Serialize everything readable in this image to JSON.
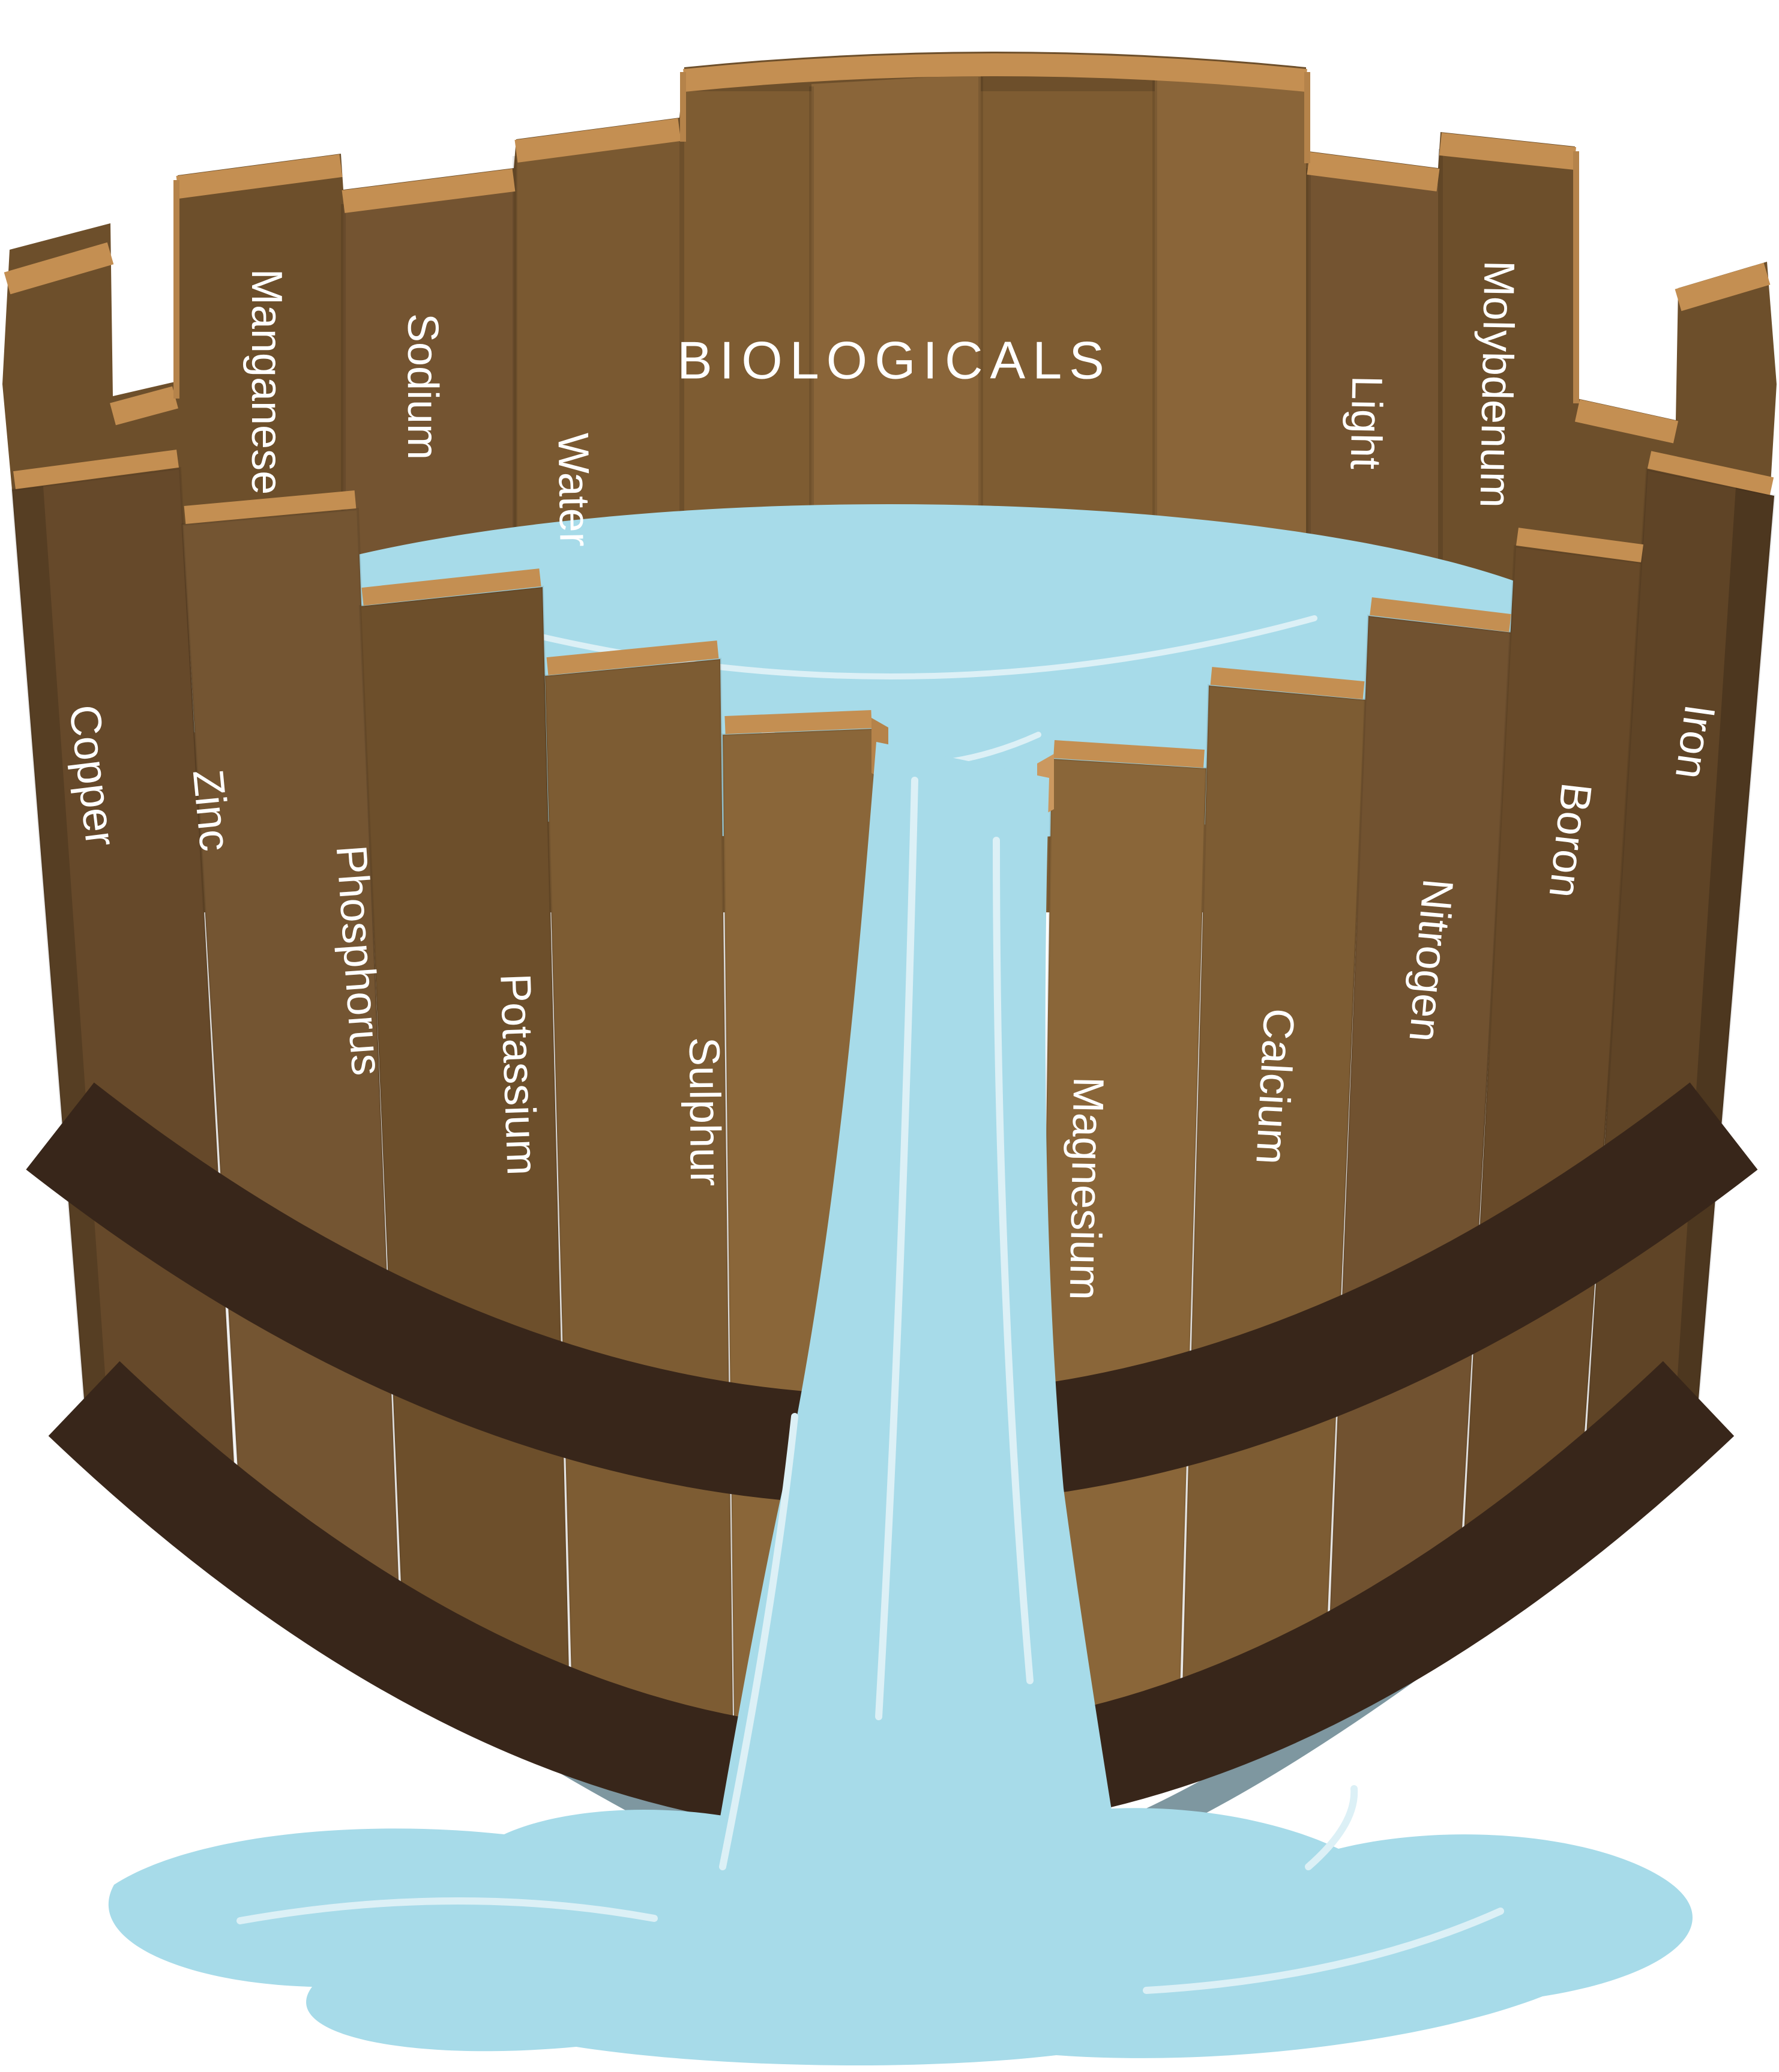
{
  "illustration": {
    "title": "BIOLOGICALS",
    "back_staves": [
      {
        "label": "Manganese"
      },
      {
        "label": "Sodium"
      },
      {
        "label": "Water"
      },
      {
        "label": "Light"
      },
      {
        "label": "Molybdenum"
      }
    ],
    "front_staves": [
      {
        "label": "Copper"
      },
      {
        "label": "Zinc"
      },
      {
        "label": "Phosphorus"
      },
      {
        "label": "Potassium"
      },
      {
        "label": "Sulphur"
      },
      {
        "label": "Magnesium"
      },
      {
        "label": "Calcium"
      },
      {
        "label": "Nitrogen"
      },
      {
        "label": "Boron"
      },
      {
        "label": "Iron"
      }
    ],
    "colors": {
      "wood_interior": "#6d4f2b",
      "wood_bevel": "#c48f52",
      "hoop_band": "#38261a",
      "water": "#a7dbe9",
      "water_highlight": "#dcf0f6",
      "shadow_under_rim": "#7e97a0",
      "label_text": "#ffffff"
    }
  }
}
